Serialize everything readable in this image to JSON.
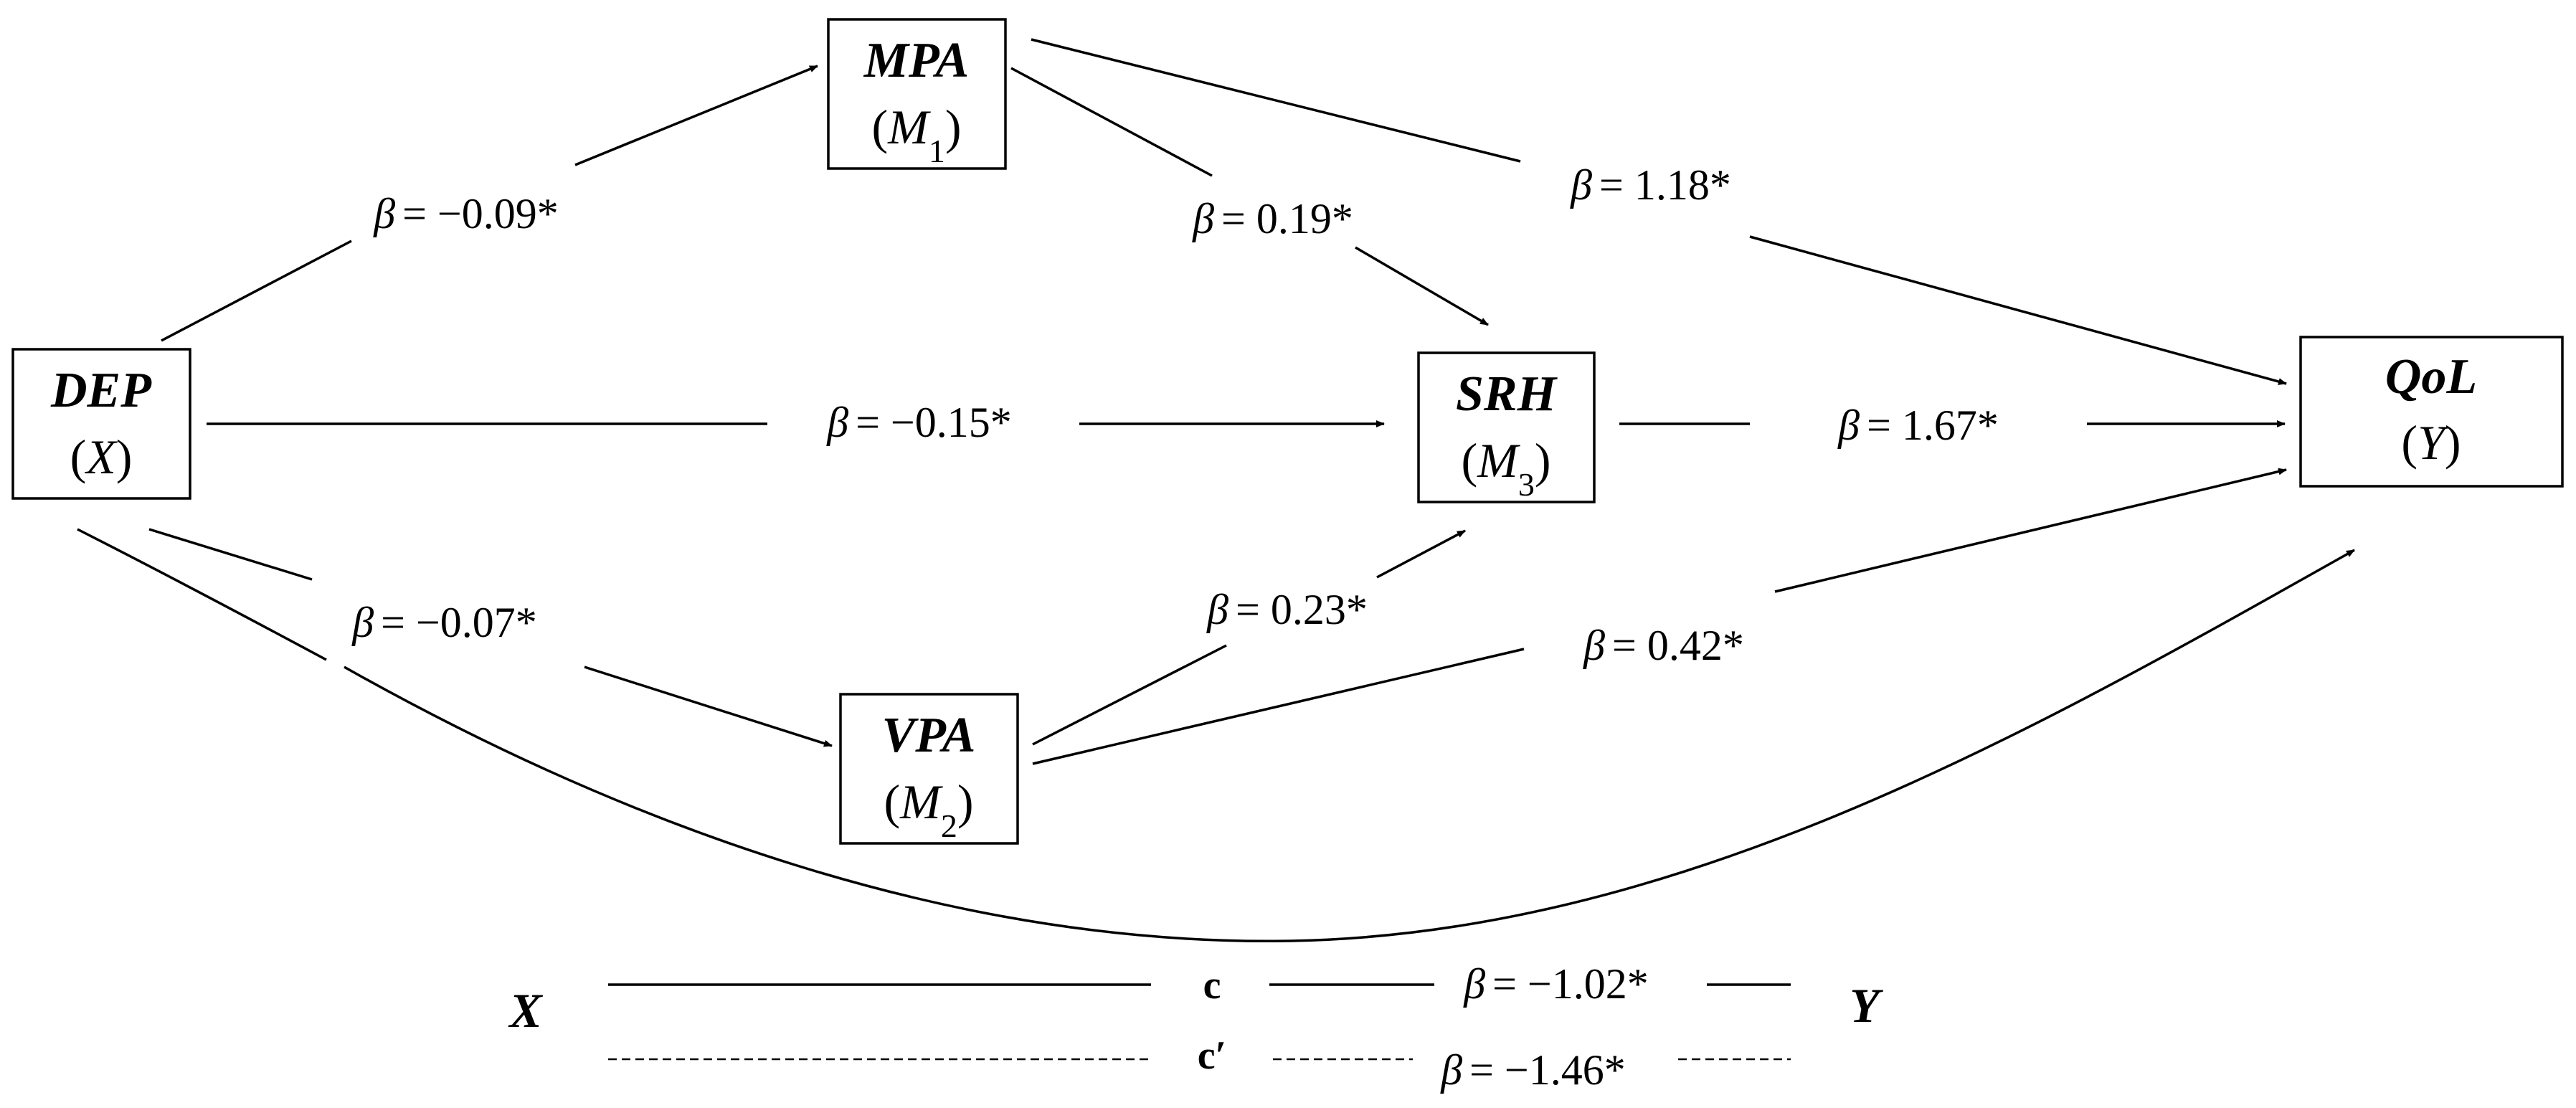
{
  "nodes": {
    "dep": {
      "title": "DEP",
      "open": "(",
      "var": "X",
      "close": ")"
    },
    "mpa": {
      "title": "MPA",
      "open": "(",
      "var": "M",
      "sub": "1",
      "close": ")"
    },
    "vpa": {
      "title": "VPA",
      "open": "(",
      "var": "M",
      "sub": "2",
      "close": ")"
    },
    "srh": {
      "title": "SRH",
      "open": "(",
      "var": "M",
      "sub": "3",
      "close": ")"
    },
    "qol": {
      "title": "QoL",
      "open": "(",
      "var": "Y",
      "close": ")"
    }
  },
  "paths": {
    "beta_symbol": "β",
    "dep_mpa": "= −0.09*",
    "dep_srh": "= −0.15*",
    "dep_vpa": "= −0.07*",
    "mpa_srh": "= 0.19*",
    "mpa_qol": "= 1.18*",
    "vpa_srh": "= 0.23*",
    "vpa_qol": "= 0.42*",
    "srh_qol": "= 1.67*"
  },
  "legend": {
    "x_label": "X",
    "y_label": "Y",
    "total_effect_label": "c",
    "total_effect_value": "= −1.02*",
    "direct_effect_label": "c′",
    "direct_effect_value": "= −1.46*"
  }
}
